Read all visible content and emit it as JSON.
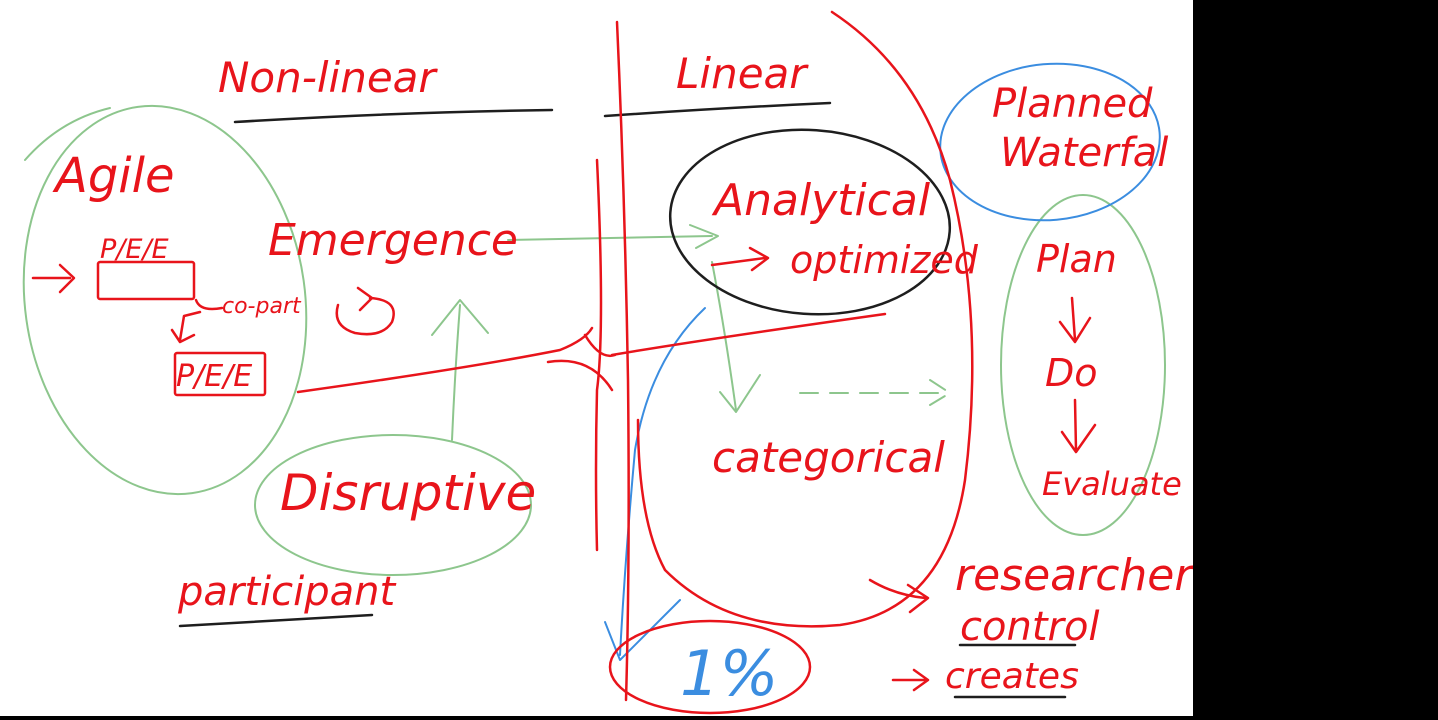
{
  "colors": {
    "red": "#e8141b",
    "green": "#8dc68d",
    "blue": "#3b8de0",
    "black": "#1e1e1e"
  },
  "left": {
    "heading": "Non-linear",
    "agile": "Agile",
    "pee_top": "P/E/E",
    "co_part": "co-part",
    "pee_bottom": "P/E/E",
    "emergence": "Emergence",
    "disruptive": "Disruptive",
    "participant": "participant"
  },
  "right": {
    "heading": "Linear",
    "analytical": "Analytical",
    "optimized": "optimized",
    "categorical": "categorical",
    "one_percent": "1%",
    "planned": "Planned",
    "waterfall": "Waterfal",
    "plan": "Plan",
    "do": "Do",
    "evaluate": "Evaluate",
    "researcher": "researcher",
    "control": "control",
    "creates": "creates"
  }
}
